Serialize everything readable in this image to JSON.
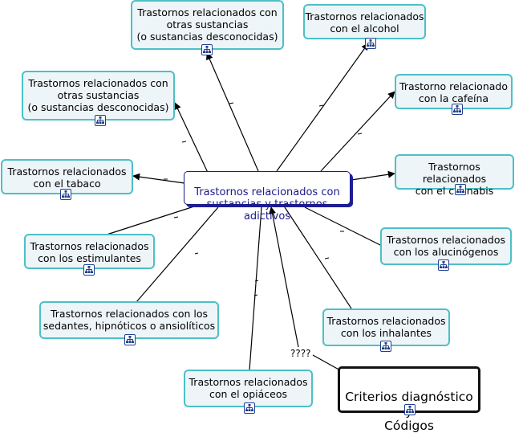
{
  "center": "Trastornos relacionados con\nsustancias y trastornos adictivos",
  "criteria": "Criterios diagnóstico y\nCódigos",
  "question_label": "????",
  "link_marker": "--",
  "nodes": [
    {
      "id": "otras1",
      "label": "Trastornos relacionados con\notras sustancias\n(o sustancias desconocidas)"
    },
    {
      "id": "alcohol",
      "label": "Trastornos relacionados\ncon el alcohol"
    },
    {
      "id": "otras2",
      "label": "Trastornos relacionados con\notras sustancias\n(o sustancias desconocidas)"
    },
    {
      "id": "cafeina",
      "label": "Trastorno relacionado\ncon la cafeína"
    },
    {
      "id": "tabaco",
      "label": "Trastornos relacionados\ncon el tabaco"
    },
    {
      "id": "cannabis",
      "label": "Trastornos relacionados\ncon el cannabis"
    },
    {
      "id": "estimulantes",
      "label": "Trastornos relacionados\ncon los estimulantes"
    },
    {
      "id": "alucinogenos",
      "label": "Trastornos relacionados\ncon los alucinógenos"
    },
    {
      "id": "sedantes",
      "label": "Trastornos relacionados con los\nsedantes, hipnóticos o ansiolíticos"
    },
    {
      "id": "inhalantes",
      "label": "Trastornos relacionados\ncon los inhalantes"
    },
    {
      "id": "opiaceos",
      "label": "Trastornos relacionados\ncon el opiáceos"
    }
  ]
}
